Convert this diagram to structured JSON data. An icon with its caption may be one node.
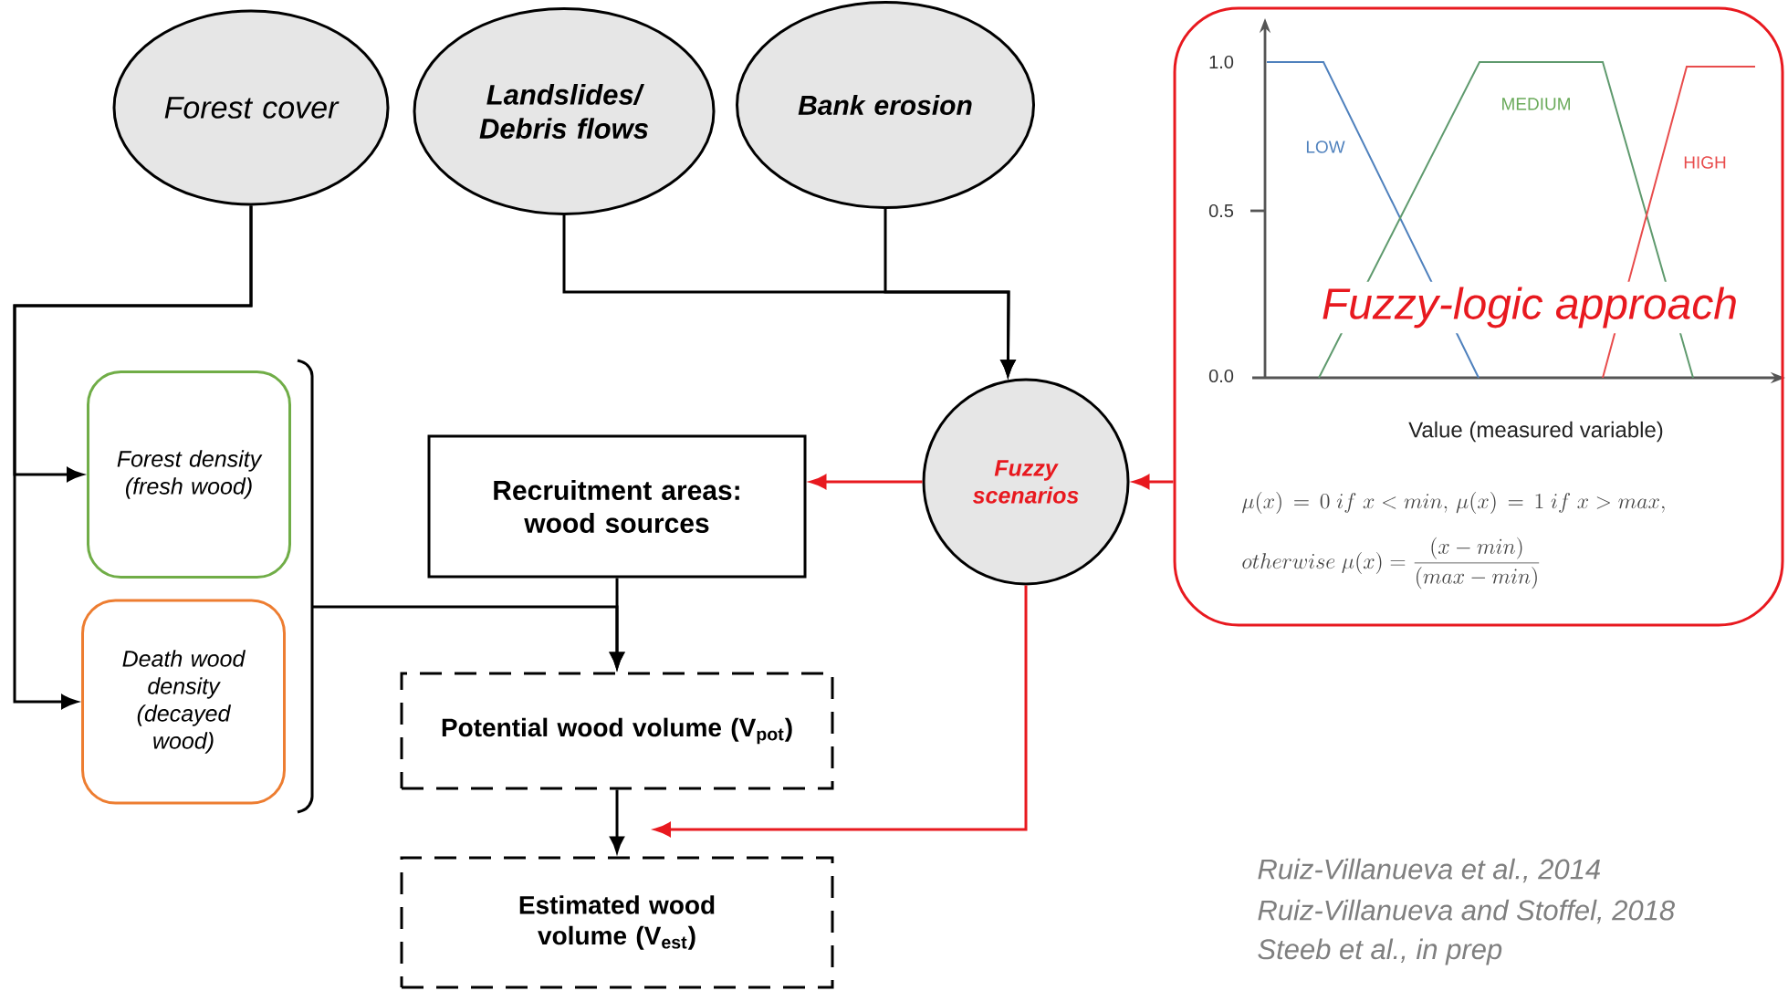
{
  "diagram": {
    "nodes": [
      {
        "text": [
          "Forest cover"
        ]
      },
      {
        "text": [
          "Landslides/ Debris flows"
        ]
      },
      {
        "text": [
          "Bank erosion"
        ]
      },
      {
        "text": [
          "Forest density (fresh wood)"
        ]
      },
      {
        "text": [
          "Death wood density (decayed wood)"
        ]
      },
      {
        "text": [
          "Recruitment areas: wood sources"
        ]
      },
      {
        "text": [
          "Fuzzy scenarios"
        ]
      },
      {
        "text": [
          "Potential wood volume (V$_{pot}$)"
        ]
      },
      {
        "text": [
          "Estimated wood volume (V$_{est}$)"
        ]
      },
      {
        "text": [
          "Fuzzy-logic approach"
        ]
      }
    ],
    "edges": [
      {
        "from": 0,
        "to": 3,
        "arrow": "to"
      },
      {
        "from": 0,
        "to": 4,
        "arrow": "to"
      },
      {
        "from": 1,
        "to": 6,
        "arrow": "to"
      },
      {
        "from": 2,
        "to": 6,
        "arrow": "to"
      },
      {
        "from": 9,
        "to": 6,
        "arrow": "to",
        "color": "#e8191f"
      },
      {
        "from": 6,
        "to": 5,
        "arrow": "to",
        "color": "#e8191f"
      },
      {
        "from": null,
        "to": 7,
        "arrow": "to"
      },
      {
        "from": 5,
        "to": 7,
        "arrow": "to"
      },
      {
        "from": 6,
        "to": null,
        "arrow": "to",
        "color": "#e8191f"
      },
      {
        "from": 7,
        "to": 8,
        "arrow": "to"
      }
    ],
    "labels": [
      "1.0",
      "MEDIUM",
      "LOW",
      "HIGH",
      "0.5",
      "0.0",
      "Value (measured variable)",
      "\\mu(x)\\,=\\,0\\;if\\;x<min,\\,\\mu(x)\\,=\\,1\\;if\\;x>max,",
      "otherwise\\;\\mu(x)=\\frac{(x-min)}{(max-min)}",
      "Ruiz-Villanueva et al., 2014",
      "Ruiz-Villanueva and Stoffel, 2018",
      "Steeb et al., in prep"
    ]
  }
}
